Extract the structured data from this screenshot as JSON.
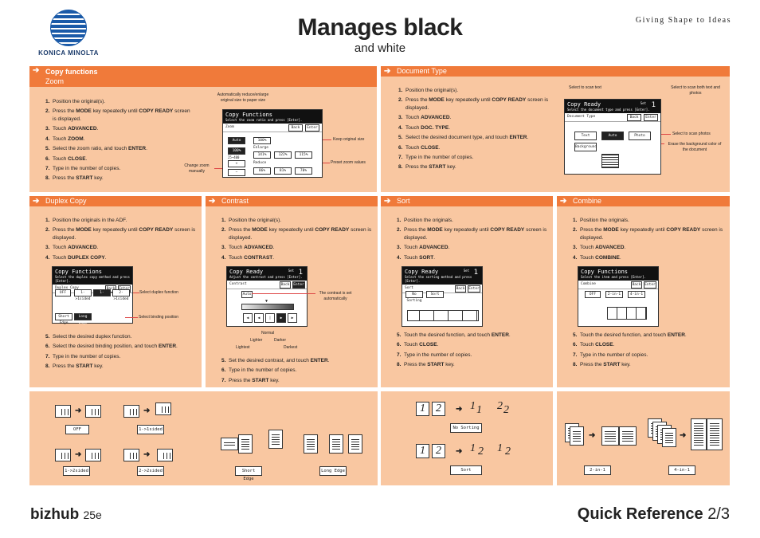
{
  "brand": {
    "logo_text": "KONICA MINOLTA",
    "slogan": "Giving Shape to Ideas"
  },
  "title": "Manages black",
  "subtitle": "and white",
  "footer": {
    "model": "bizhub",
    "model_num": "25e",
    "qref": "Quick Reference",
    "page": "2/3"
  },
  "copy_functions": {
    "title": "Copy functions",
    "sub": "Zoom",
    "steps": [
      {
        "n": "1.",
        "html": "Position the original(s)."
      },
      {
        "n": "2.",
        "html": "Press the <b>MODE</b> key repeatedly until <b>COPY READY</b> screen is displayed."
      },
      {
        "n": "3.",
        "html": "Touch <b>ADVANCED</b>."
      },
      {
        "n": "4.",
        "html": "Touch <b>ZOOM</b>."
      },
      {
        "n": "5.",
        "html": "Select the zoom ratio, and touch <b>ENTER</b>."
      },
      {
        "n": "6.",
        "html": "Touch <b>CLOSE</b>."
      },
      {
        "n": "7.",
        "html": "Type in the number of copies."
      },
      {
        "n": "8.",
        "html": "Press the <b>START</b> key."
      }
    ],
    "callouts": {
      "auto": "Automatically reduce/enlarge original size to paper size",
      "keep": "Keep original size",
      "preset": "Preset zoom values",
      "manual": "Change zoom manually"
    },
    "lcd": {
      "title": "Copy Functions",
      "sub": "Select the zoom ratio and press [Enter].",
      "label": "Zoom",
      "back": "Back",
      "enter": "Enter",
      "auto": "Auto",
      "full": "100%",
      "enlarge": "Enlarge",
      "reduce": "Reduce",
      "e1": "141%",
      "e2": "122%",
      "e3": "115%",
      "r1": "86%",
      "r2": "81%",
      "r3": "70%",
      "z": "100%",
      "range": "25~400"
    }
  },
  "document_type": {
    "title": "Document Type",
    "steps": [
      {
        "n": "1.",
        "html": "Position the original(s)."
      },
      {
        "n": "2.",
        "html": "Press the <b>MODE</b> key repeatedly until <b>COPY READY</b> screen is displayed."
      },
      {
        "n": "3.",
        "html": "Touch <b>ADVANCED</b>."
      },
      {
        "n": "4.",
        "html": "Touch <b>DOC. TYPE</b>."
      },
      {
        "n": "5.",
        "html": "Select the desired document type, and touch <b>ENTER</b>."
      },
      {
        "n": "6.",
        "html": "Touch <b>CLOSE</b>."
      },
      {
        "n": "7.",
        "html": "Type in the number of copies."
      },
      {
        "n": "8.",
        "html": "Press the <b>START</b> key."
      }
    ],
    "callouts": {
      "text": "Select to scan text",
      "both": "Select to scan both text and photos",
      "photo": "Select to scan photos",
      "bg": "Erase the background color of the document"
    },
    "lcd": {
      "title": "Copy Ready",
      "set": "Set",
      "count": "1",
      "sub": "Select the document type and press [Enter].",
      "label": "Document Type",
      "back": "Back",
      "enter": "Enter",
      "text": "Text",
      "auto": "Auto",
      "photo": "Photo",
      "bg": "Background"
    }
  },
  "duplex": {
    "title": "Duplex Copy",
    "steps_a": [
      {
        "n": "1.",
        "html": "Position the originals in the ADF."
      },
      {
        "n": "2.",
        "html": "Press the <b>MODE</b> key repeatedly until <b>COPY READY</b> screen is displayed."
      },
      {
        "n": "3.",
        "html": "Touch <b>ADVANCED</b>."
      },
      {
        "n": "4.",
        "html": "Touch <b>DUPLEX COPY</b>."
      }
    ],
    "steps_b": [
      {
        "n": "5.",
        "html": "Select the desired duplex function."
      },
      {
        "n": "6.",
        "html": "Select the desired binding position, and touch <b>ENTER</b>."
      },
      {
        "n": "7.",
        "html": "Type in the number of copies."
      },
      {
        "n": "8.",
        "html": "Press the <b>START</b> key."
      }
    ],
    "callouts": {
      "func": "Select duplex function",
      "bind": "Select binding position"
    },
    "lcd": {
      "title": "Copy Functions",
      "sub": "Select the duplex copy method and press [Enter].",
      "label": "Duplex Copy",
      "back": "Back",
      "enter": "Enter",
      "off": "OFF",
      "b1": "1->1sided",
      "b2": "1->2sided",
      "b3": "2->1sided",
      "short": "Short Edge",
      "long": "Long Edge"
    }
  },
  "contrast": {
    "title": "Contrast",
    "steps_a": [
      {
        "n": "1.",
        "html": "Position the original(s)."
      },
      {
        "n": "2.",
        "html": "Press the <b>MODE</b> key repeatedly until <b>COPY READY</b> screen is displayed."
      },
      {
        "n": "3.",
        "html": "Touch <b>ADVANCED</b>."
      },
      {
        "n": "4.",
        "html": "Touch <b>CONTRAST</b>."
      }
    ],
    "steps_b": [
      {
        "n": "5.",
        "html": "Set the desired contrast, and touch <b>ENTER</b>."
      },
      {
        "n": "6.",
        "html": "Type in the number of copies."
      },
      {
        "n": "7.",
        "html": "Press the <b>START</b> key."
      }
    ],
    "callouts": {
      "auto": "The contrast is set automatically",
      "normal": "Normal",
      "lighter": "Lighter",
      "darker": "Darker",
      "lightest": "Lightest",
      "darkest": "Darkest"
    },
    "lcd": {
      "title": "Copy Ready",
      "set": "Set",
      "count": "1",
      "sub": "Adjust the contrast and press [Enter].",
      "label": "Contrast",
      "back": "Back",
      "enter": "Enter",
      "auto": "Auto"
    }
  },
  "sort": {
    "title": "Sort",
    "steps_a": [
      {
        "n": "1.",
        "html": "Position the originals."
      },
      {
        "n": "2.",
        "html": "Press the <b>MODE</b> key repeatedly until <b>COPY READY</b> screen is displayed."
      },
      {
        "n": "3.",
        "html": "Touch <b>ADVANCED</b>."
      },
      {
        "n": "4.",
        "html": "Touch <b>SORT</b>."
      }
    ],
    "steps_b": [
      {
        "n": "5.",
        "html": "Touch the desired function, and touch <b>ENTER</b>."
      },
      {
        "n": "6.",
        "html": "Touch <b>CLOSE</b>."
      },
      {
        "n": "7.",
        "html": "Type in the number of copies."
      },
      {
        "n": "8.",
        "html": "Press the <b>START</b> key."
      }
    ],
    "lcd": {
      "title": "Copy Ready",
      "set": "Set",
      "count": "1",
      "sub": "Select the sorting method and press [Enter].",
      "label": "Sort",
      "back": "Back",
      "enter": "Enter",
      "nosort": "No Sorting",
      "sort": "Sort"
    }
  },
  "combine": {
    "title": "Combine",
    "steps_a": [
      {
        "n": "1.",
        "html": "Position the originals."
      },
      {
        "n": "2.",
        "html": "Press the <b>MODE</b> key repeatedly until <b>COPY READY</b> screen is displayed."
      },
      {
        "n": "3.",
        "html": "Touch <b>ADVANCED</b>."
      },
      {
        "n": "4.",
        "html": "Touch <b>COMBINE</b>."
      }
    ],
    "steps_b": [
      {
        "n": "5.",
        "html": "Touch the desired function, and touch <b>ENTER</b>."
      },
      {
        "n": "6.",
        "html": "Touch <b>CLOSE</b>."
      },
      {
        "n": "7.",
        "html": "Type in the number of copies."
      },
      {
        "n": "8.",
        "html": "Press the <b>START</b> key."
      }
    ],
    "lcd": {
      "title": "Copy Functions",
      "sub": "Select the item and press [Enter].",
      "label": "Combine",
      "back": "Back",
      "enter": "Enter",
      "off": "OFF",
      "two": "2-in-1",
      "four": "4-in-1"
    }
  },
  "illustrations": {
    "duplex": {
      "off": "OFF",
      "one2one": "1->1sided",
      "one2two": "1->2sided",
      "two2two": "2->2sided",
      "short": "Short Edge",
      "long": "Long Edge"
    },
    "sort": {
      "nosort": "No Sorting",
      "sort": "Sort",
      "n1": "1",
      "n2": "2"
    },
    "combine": {
      "two": "2-in-1",
      "four": "4-in-1"
    }
  }
}
